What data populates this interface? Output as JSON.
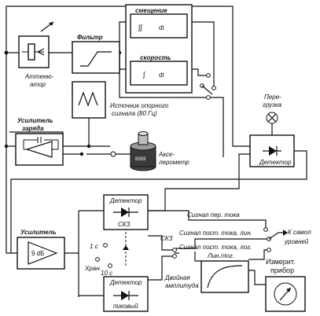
{
  "labels": {
    "smeschenie": "смещение",
    "skorost": "скорость",
    "dt": "dt",
    "filtr": "Фильтр",
    "attenuator_1": "Аттеню-",
    "attenuator_2": "атор",
    "istochnik_1": "Источник опорного",
    "istochnik_2": "сигнала (80 Гц)",
    "usilitel_zaryada_1": "Усилитель",
    "usilitel_zaryada_2": "заряда",
    "akselerometr_1": "Аксе-",
    "akselerometr_2": "лерометр",
    "pere_1": "Пере-",
    "pere_2": "грузка",
    "detektor_right": "Детектор",
    "usilitel": "Усилитель",
    "gain": "9 dБ",
    "detektor_top": "Детектор",
    "skz_box": "СКЗ",
    "detektor_bottom": "Детектор",
    "pikovyi": "пиковый",
    "t1": "1 с",
    "t10": "10 с",
    "khran": "Хран.",
    "skz_out": "СКЗ",
    "dvoinaya_1": "Двойная",
    "dvoinaya_2": "амплитуда",
    "signal_per_toka": "Сигнал пер. тока",
    "k_samopis_1": "К самоп",
    "k_samopis_2": "уровней",
    "signal_post_lin": "Сигнал пост. тока, лин.",
    "signal_post_log": "Сигнал пост. тока, лог.",
    "lin_log": "Лин./лог.",
    "izmerit_1": "Измерит.",
    "izmerit_2": "прибор",
    "sensor_code": "8393"
  }
}
